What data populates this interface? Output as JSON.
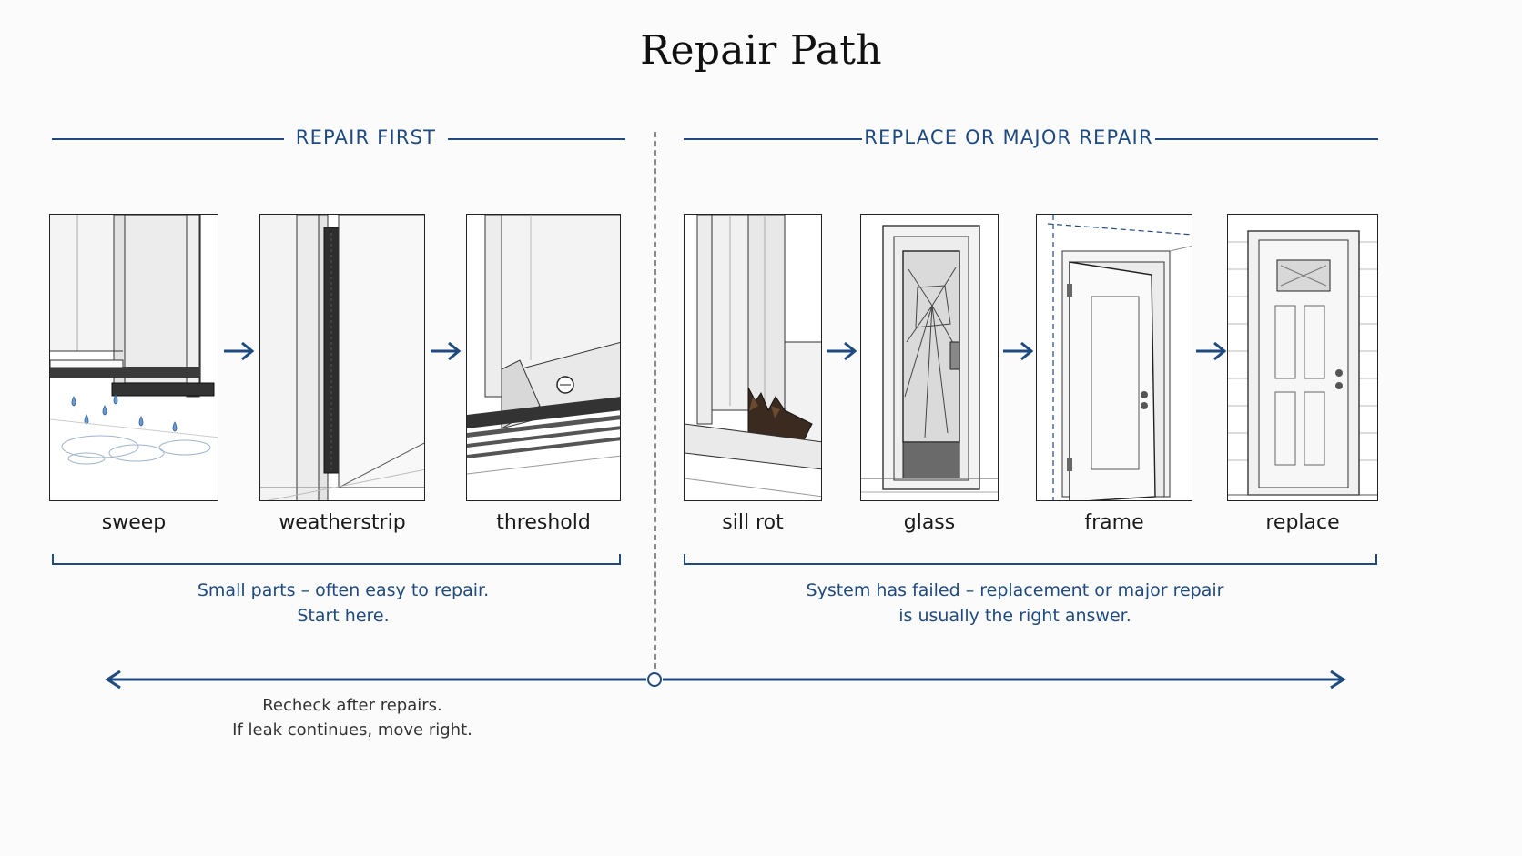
{
  "title": "Repair Path",
  "sections": {
    "left": {
      "label": "REPAIR FIRST",
      "note": [
        "Small parts – often easy to repair.",
        "Start here."
      ]
    },
    "right": {
      "label": "REPLACE OR MAJOR REPAIR",
      "note": [
        "System has failed – replacement or major repair",
        "is usually the right answer."
      ]
    }
  },
  "steps": [
    {
      "label": "sweep",
      "icon": "door-sweep-leak-illustration"
    },
    {
      "label": "weatherstrip",
      "icon": "weatherstrip-illustration"
    },
    {
      "label": "threshold",
      "icon": "threshold-illustration"
    },
    {
      "label": "sill rot",
      "icon": "rotted-sill-illustration"
    },
    {
      "label": "glass",
      "icon": "cracked-glass-door-illustration"
    },
    {
      "label": "frame",
      "icon": "out-of-square-frame-illustration"
    },
    {
      "label": "replace",
      "icon": "new-door-illustration"
    }
  ],
  "timeline": {
    "note": [
      "Recheck after repairs.",
      "If leak continues, move right."
    ]
  },
  "colors": {
    "accent": "#1f4a80",
    "ink": "#222222",
    "divider": "#8a8a8a",
    "water": "#5b8fc9"
  }
}
